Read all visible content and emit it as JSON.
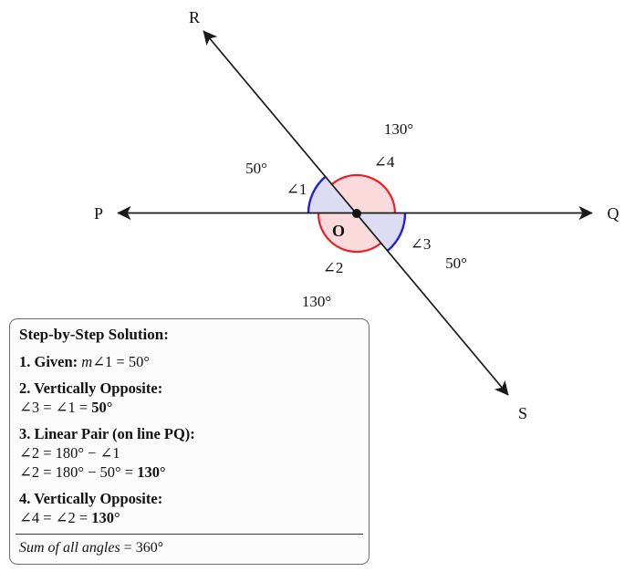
{
  "diagram": {
    "point_labels": {
      "P": "P",
      "Q": "Q",
      "R": "R",
      "S": "S",
      "O": "O"
    },
    "angle_labels": {
      "angle1": "∠1",
      "angle2": "∠2",
      "angle3": "∠3",
      "angle4": "∠4"
    },
    "measure_labels": {
      "angle1": "50°",
      "angle2": "130°",
      "angle3": "50°",
      "angle4": "130°"
    },
    "colors": {
      "acute_text": "#2222cc",
      "obtuse_text": "#c41e3a",
      "acute_fill": "#dcdcf3",
      "obtuse_fill": "#fadadb",
      "acute_arc": "#2020dd",
      "obtuse_arc": "#ee1c25",
      "line": "#1a1a1a"
    }
  },
  "solution": {
    "title": "Step-by-Step Solution:",
    "steps": [
      {
        "heading": "1. Given:",
        "math_var": "m",
        "math_rest": "∠1 = 50°"
      },
      {
        "heading": "2. Vertically Opposite:",
        "lines": [
          {
            "pre": "∠3 = ∠1 = ",
            "bold": "50°"
          }
        ]
      },
      {
        "heading": "3. Linear Pair (on line PQ):",
        "lines": [
          {
            "pre": "∠2 = 180° − ∠1",
            "bold": ""
          },
          {
            "pre": "∠2 = 180° − 50° = ",
            "bold": "130°"
          }
        ]
      },
      {
        "heading": "4. Vertically Opposite:",
        "lines": [
          {
            "pre": "∠4 = ∠2 = ",
            "bold": "130°"
          }
        ]
      }
    ],
    "footer_italic": "Sum of all angles",
    "footer_rest": " = 360°"
  }
}
